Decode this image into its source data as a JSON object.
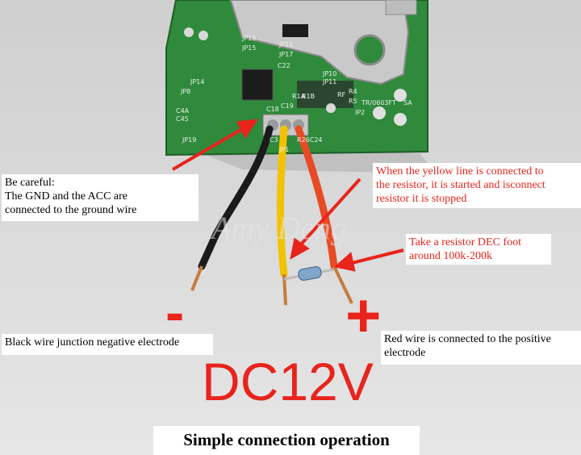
{
  "colors": {
    "board_green": "#2f8a3c",
    "annotation_red": "#e8241c",
    "wire_black": "#1a1a1a",
    "wire_yellow": "#f2c200",
    "wire_red": "#e84a26"
  },
  "board": {
    "silk_labels": [
      "JP18",
      "JP15",
      "JP16",
      "JP17",
      "C22",
      "C18",
      "R1B",
      "R1A",
      "JP10",
      "JP11",
      "R4",
      "R5",
      "RF",
      "C4A",
      "TR/0603FT",
      "SA",
      "IP2",
      "C19",
      "JP19",
      "C45",
      "JP8",
      "JP14",
      "R26C24",
      "JP1",
      "C3"
    ]
  },
  "annotations": {
    "careful": {
      "line1": "Be careful:",
      "line2": "The GND and the ACC are",
      "line3": "connected to the ground wire"
    },
    "yellow_line": {
      "line1": "When the yellow line is connected to",
      "line2": "the resistor, it is started and isconnect",
      "line3": "resistor it is stopped"
    },
    "resistor": {
      "line1": "Take a resistor DEC foot",
      "line2": "around 100k-200k"
    },
    "black_wire": "Black wire junction negative electrode",
    "red_wire": {
      "line1": "Red wire is connected to the positive",
      "line2": "electrode"
    },
    "minus": "-",
    "plus": "+",
    "voltage": "DC12V",
    "watermark": "Amy Deng",
    "caption": "Simple connection operation"
  }
}
